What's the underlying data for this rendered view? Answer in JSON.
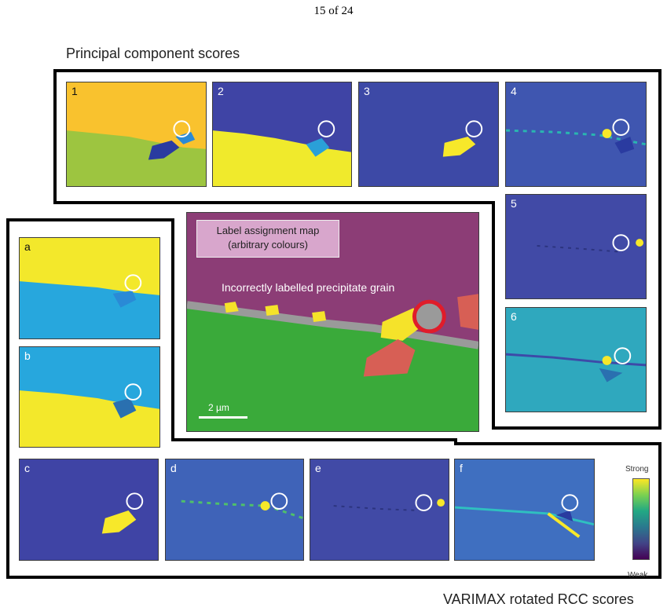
{
  "page": {
    "number_text": "15 of 24"
  },
  "figure": {
    "pc_heading": "Principal component scores",
    "rcc_heading": "VARIMAX rotated RCC scores",
    "pc_panels": [
      "1",
      "2",
      "3",
      "4",
      "5",
      "6"
    ],
    "rcc_panels": [
      "a",
      "b",
      "c",
      "d",
      "e",
      "f"
    ],
    "label_map": {
      "title_line1": "Label assignment map",
      "title_line2": "(arbitrary colours)",
      "callout": "Incorrectly labelled precipitate grain",
      "scale_bar": "2 µm"
    },
    "colorbar": {
      "top_label": "Strong",
      "bottom_label": "Weak",
      "colors": [
        "#fde725",
        "#7ad151",
        "#22a884",
        "#2a788e",
        "#414487",
        "#440154"
      ]
    }
  }
}
